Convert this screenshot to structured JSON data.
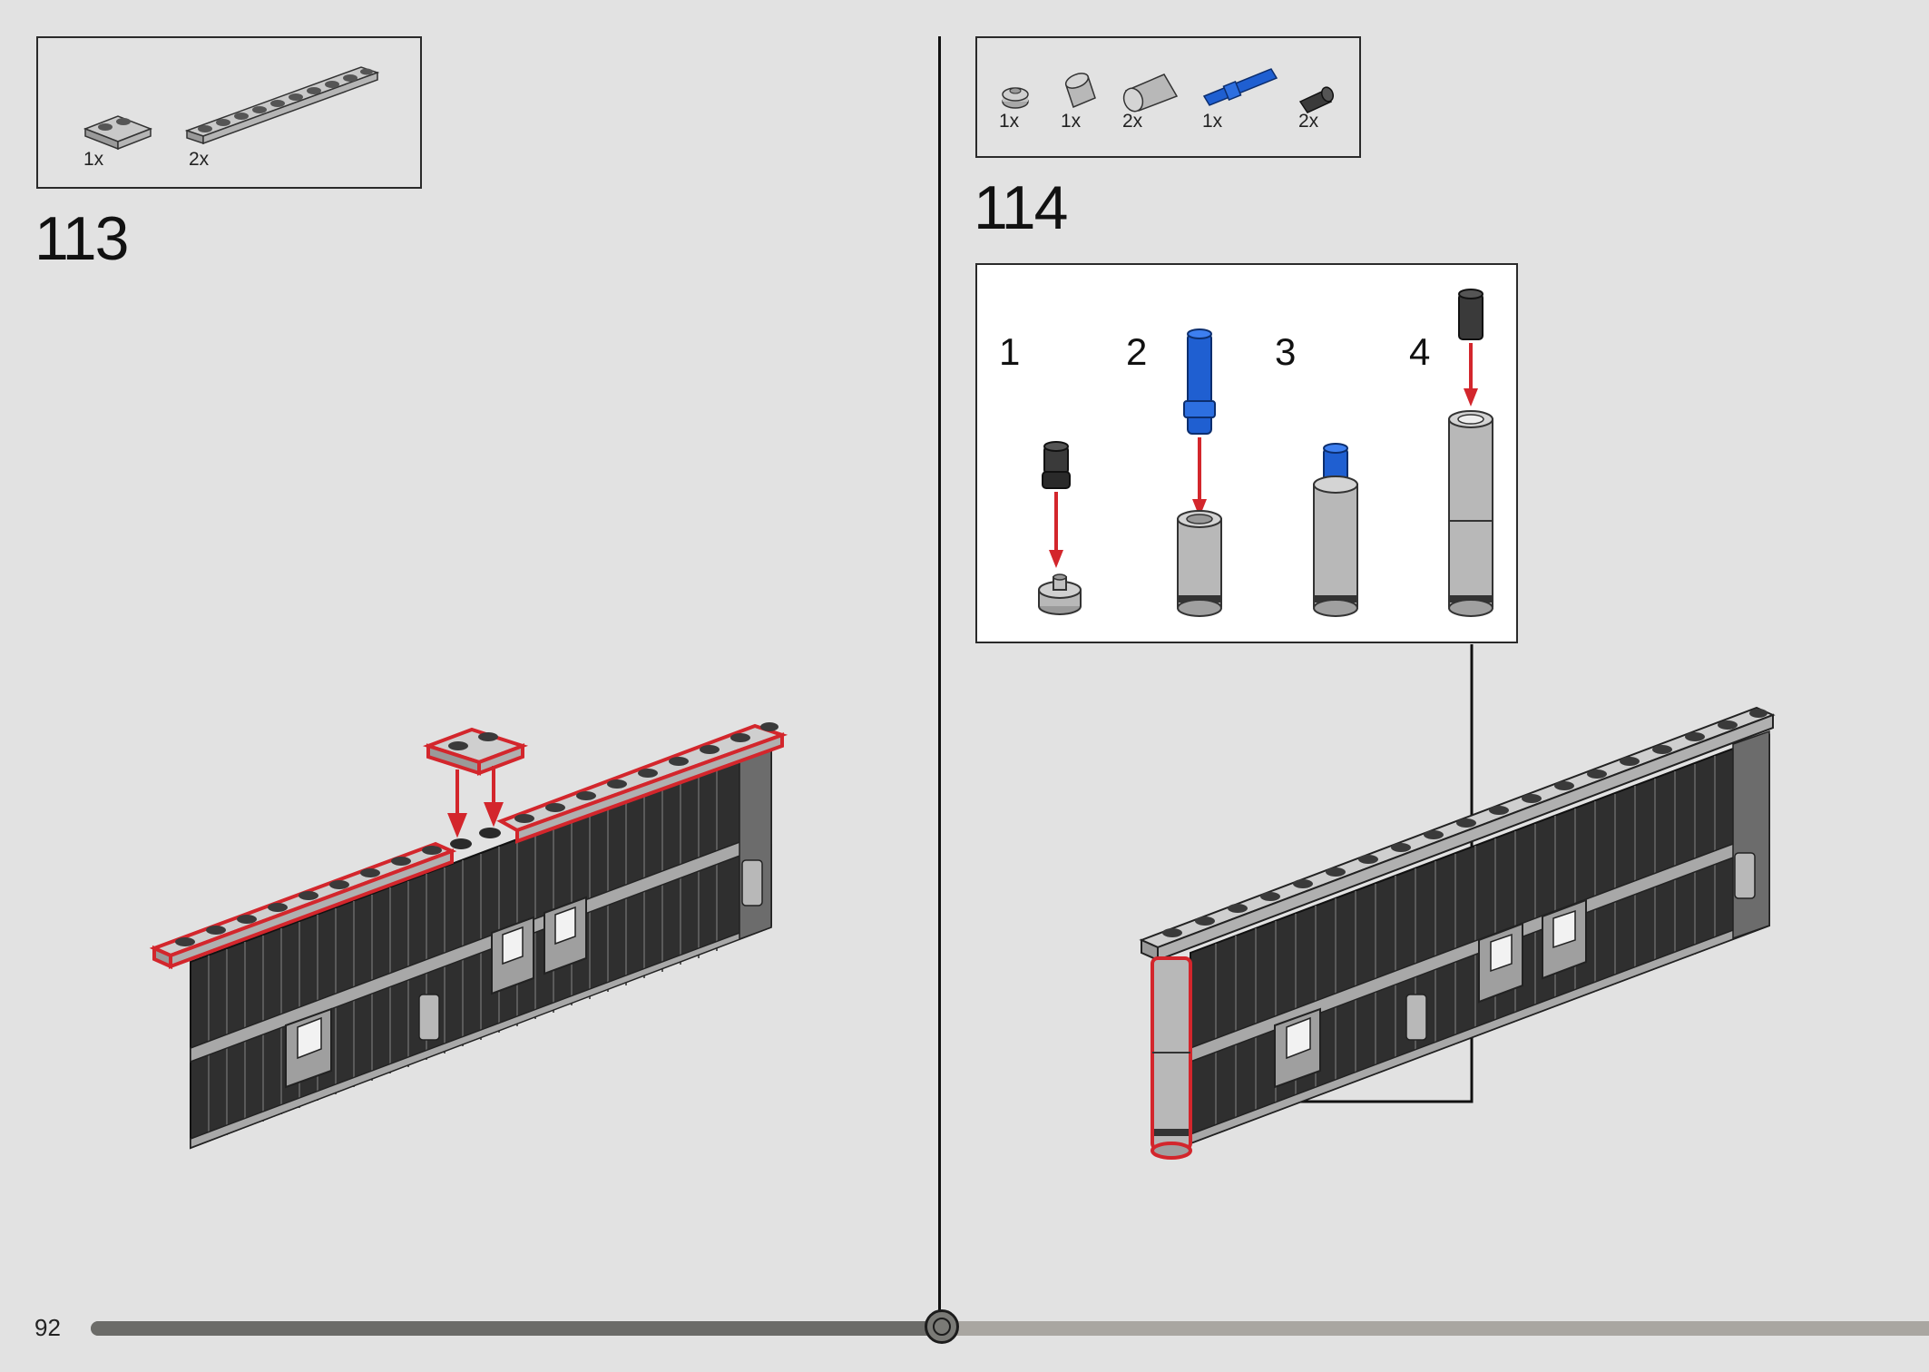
{
  "page": {
    "number": "92",
    "progress_fraction": 0.46
  },
  "step113": {
    "number": "113",
    "parts": [
      {
        "qty": "1x",
        "part": "plate-1x2-light-gray"
      },
      {
        "qty": "2x",
        "part": "plate-1x10-light-gray"
      }
    ]
  },
  "step114": {
    "number": "114",
    "parts": [
      {
        "qty": "1x",
        "part": "round-plate-light-gray"
      },
      {
        "qty": "1x",
        "part": "cylinder-short-light-gray"
      },
      {
        "qty": "2x",
        "part": "cylinder-long-light-gray"
      },
      {
        "qty": "1x",
        "part": "technic-pin-long-blue"
      },
      {
        "qty": "2x",
        "part": "technic-pin-short-black"
      }
    ],
    "substeps": [
      "1",
      "2",
      "3",
      "4"
    ]
  },
  "colors": {
    "highlight": "#d3262c",
    "brick_dark": "#3a3a3a",
    "brick_light": "#a8a8a8",
    "pin_blue": "#1f5fd1"
  }
}
